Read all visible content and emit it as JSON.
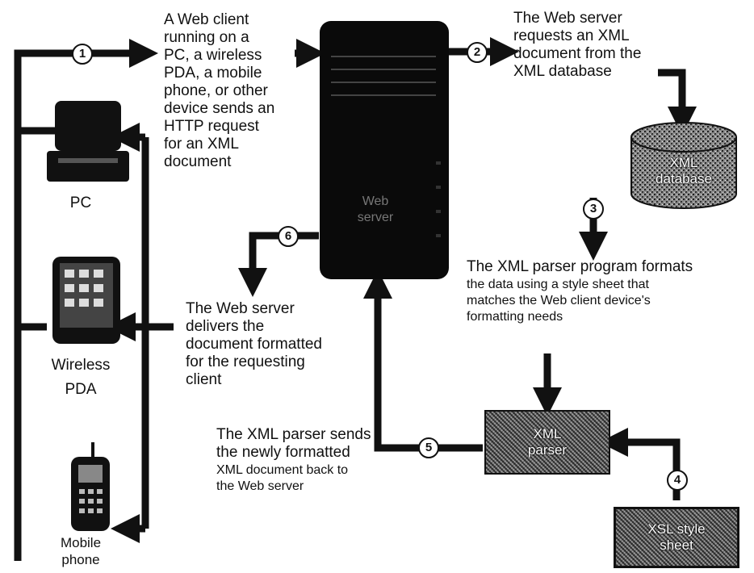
{
  "nodes": {
    "pc_label": "PC",
    "pda_label": "Wireless\nPDA",
    "phone_label": "Mobile\nphone",
    "database_label": "XML\ndatabase",
    "parser_label": "XML\nparser",
    "stylesheet_label": "XSL style\nsheet",
    "server_label": "Web\nserver"
  },
  "steps": [
    {
      "number": "1",
      "text": "A Web client\nrunning on a\nPC, a wireless\nPDA, a mobile\nphone, or other\ndevice sends an\nHTTP request\nfor an XML\ndocument"
    },
    {
      "number": "2",
      "text": "The Web server\nrequests an XML\ndocument from the\nXML database"
    },
    {
      "number": "3",
      "text": "The XML parser program formats",
      "text2": "the data using a style sheet that\nmatches the Web client device's\nformatting needs"
    },
    {
      "number": "4",
      "text": ""
    },
    {
      "number": "5",
      "text": "The XML parser sends\nthe newly formatted",
      "text2": "XML document back to\nthe Web server"
    },
    {
      "number": "6",
      "text": "The Web server\ndelivers the\ndocument formatted\nfor the requesting\nclient"
    }
  ]
}
